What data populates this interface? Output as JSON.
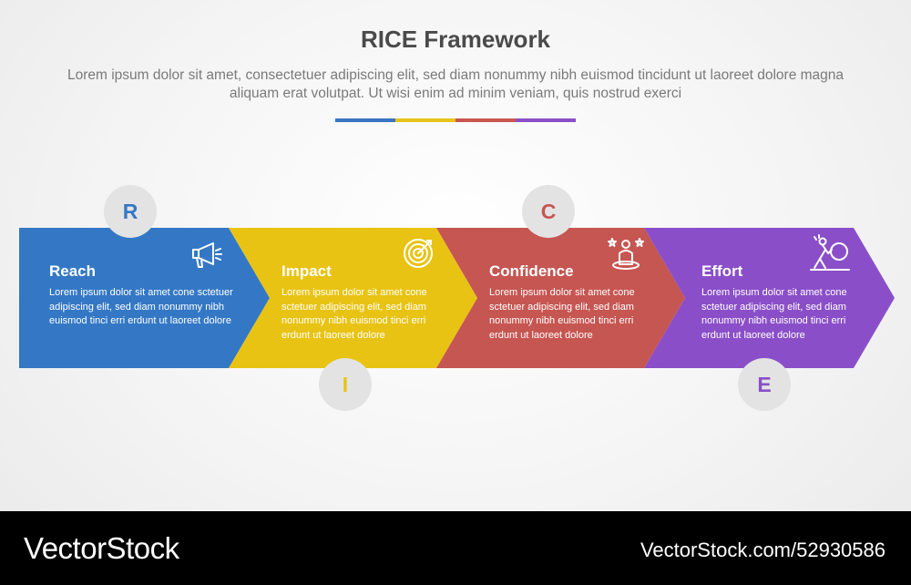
{
  "header": {
    "title": "RICE Framework",
    "subtitle": "Lorem ipsum dolor sit amet, consectetuer adipiscing elit, sed diam nonummy nibh euismod tincidunt ut laoreet dolore magna aliquam erat volutpat. Ut wisi enim ad minim veniam, quis nostrud exerci",
    "divider_colors": [
      "#3a73c4",
      "#e8c31a",
      "#c9574e",
      "#8a4fc8"
    ]
  },
  "steps": [
    {
      "letter": "R",
      "title": "Reach",
      "description": "Lorem ipsum dolor sit amet cone sctetuer adipiscing elit, sed diam nonummy nibh euismod tinci erri erdunt ut laoreet dolore",
      "icon": "megaphone-icon",
      "color": "#3478c5"
    },
    {
      "letter": "I",
      "title": "Impact",
      "description": "Lorem ipsum dolor sit amet cone sctetuer adipiscing elit, sed diam nonummy nibh euismod tinci erri erdunt ut laoreet dolore",
      "icon": "target-icon",
      "color": "#e8c314"
    },
    {
      "letter": "C",
      "title": "Confidence",
      "description": "Lorem ipsum dolor sit amet cone sctetuer adipiscing elit, sed diam nonummy nibh euismod tinci erri erdunt ut laoreet dolore",
      "icon": "podium-person-icon",
      "color": "#c65652"
    },
    {
      "letter": "E",
      "title": "Effort",
      "description": "Lorem ipsum dolor sit amet cone sctetuer adipiscing elit, sed diam nonummy nibh euismod tinci erri erdunt ut laoreet dolore",
      "icon": "pushing-boulder-icon",
      "color": "#8a4fc8"
    }
  ],
  "footer": {
    "logo": "VectorStock",
    "url": "VectorStock.com/52930586"
  }
}
